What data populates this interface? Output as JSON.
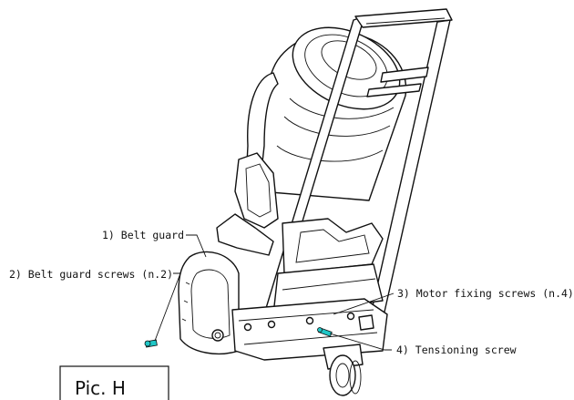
{
  "labels": {
    "belt_guard": "1) Belt guard",
    "belt_guard_screws": "2) Belt guard screws (n.2)",
    "motor_fixing_screws": "3) Motor fixing screws (n.4)",
    "tensioning_screw": "4) Tensioning screw",
    "picture_caption": "Pic. H"
  },
  "colors": {
    "line": "#111111",
    "highlight": "#1fc7c7",
    "background": "#ffffff"
  }
}
